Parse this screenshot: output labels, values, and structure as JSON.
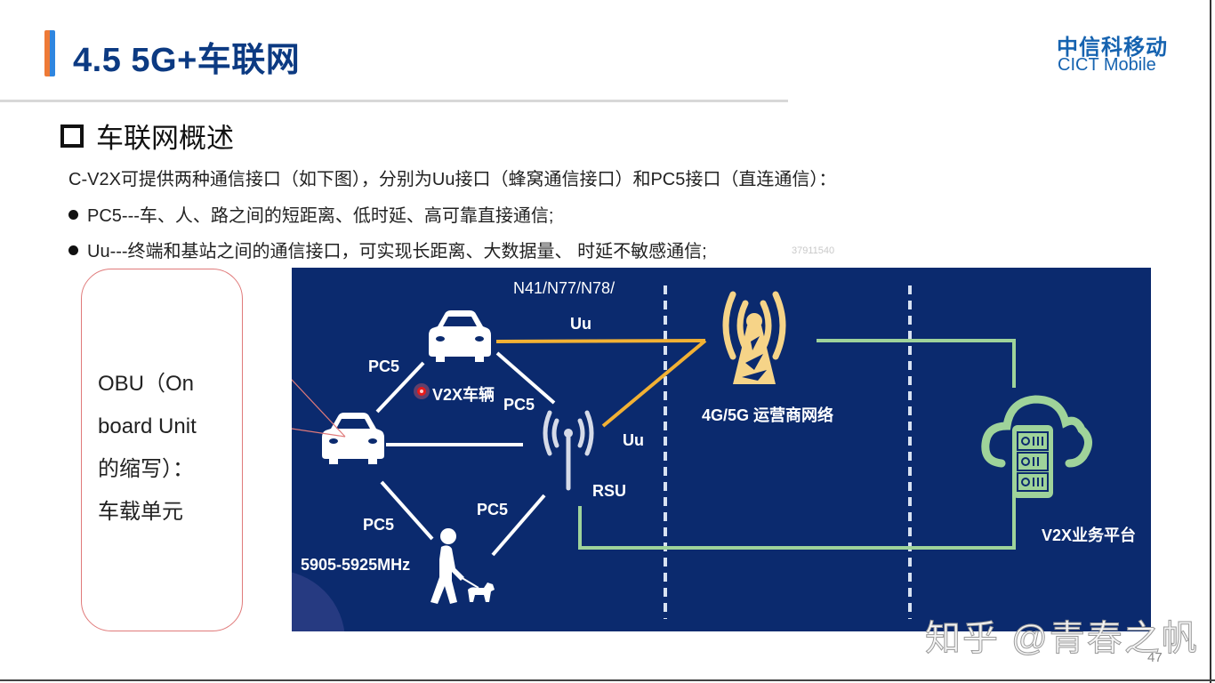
{
  "header": {
    "title": "4.5 5G+车联网",
    "logo_cn": "中信科移动",
    "logo_en": "CICT Mobile",
    "accent_colors": [
      "#ee7a36",
      "#2f86e0"
    ]
  },
  "section": {
    "heading": "车联网概述",
    "intro": "C-V2X可提供两种通信接口（如下图），分别为Uu接口（蜂窝通信接口）和PC5接口（直连通信）：",
    "bullets": [
      "PC5---车、人、路之间的短距离、低时延、高可靠直接通信;",
      "Uu---终端和基站之间的通信接口，可实现长距离、大数据量、 时延不敏感通信;"
    ],
    "faint_number": "37911540"
  },
  "callout": {
    "lines": [
      "OBU（On",
      "board Unit",
      "的缩写）：",
      "车载单元"
    ],
    "border_color": "#e07a7a"
  },
  "diagram": {
    "background": "#0b2a6e",
    "bands": "N41/N77/N78/",
    "frequency": "5905-5925MHz",
    "labels": {
      "pc5_top_left": "PC5",
      "pc5_top_right": "PC5",
      "pc5_bottom_left": "PC5",
      "pc5_bottom_right": "PC5",
      "uu_top": "Uu",
      "uu_rsu": "Uu",
      "v2x_vehicle": "V2X车辆",
      "rsu": "RSU",
      "operator_network": "4G/5G 运营商网络",
      "v2x_platform": "V2X业务平台"
    },
    "colors": {
      "uu_line": "#f2b134",
      "platform_line": "#9fd39a",
      "pc5_line": "#ffffff",
      "tower": "#f6d488",
      "dashed": "#d8e2f2"
    }
  },
  "footer": {
    "watermark": "知乎 @青春之帆",
    "page_number": "47"
  }
}
